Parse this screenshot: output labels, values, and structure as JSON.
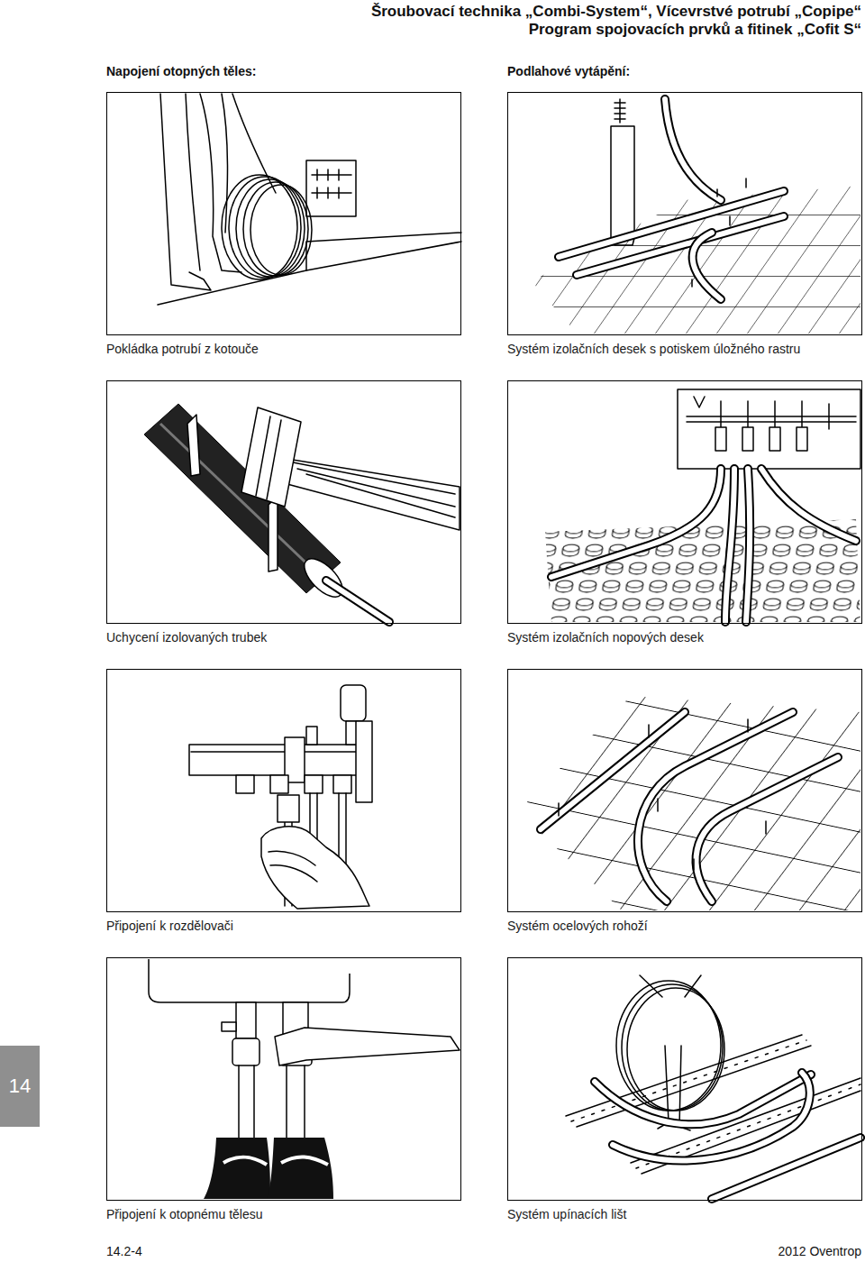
{
  "diagram": {
    "nodes": [
      {
        "text": [
          "Pokládka potrubí z kotouče"
        ]
      },
      {
        "text": [
          "Systém izolačních desek s potiskem úložného rastru"
        ]
      },
      {
        "text": [
          "Uchycení izolovaných trubek"
        ]
      },
      {
        "text": [
          "Systém izolačních nopových desek"
        ]
      },
      {
        "text": [
          "Připojení k rozdělovači"
        ]
      },
      {
        "text": [
          "Systém ocelových rohoží"
        ]
      },
      {
        "text": [
          "Připojení k otopnému tělesu"
        ]
      },
      {
        "text": [
          "Systém upínacích lišt"
        ]
      }
    ],
    "labels": [
      "Šroubovací technika „Combi-System“, Vícevrstvé potrubí „Copipe“",
      "Program spojovacích prvků a fitinek „Cofit S“",
      "Napojení otopných těles:",
      "Podlahové vytápění:",
      "14",
      "14.2-4",
      "2012 Oventrop"
    ]
  }
}
